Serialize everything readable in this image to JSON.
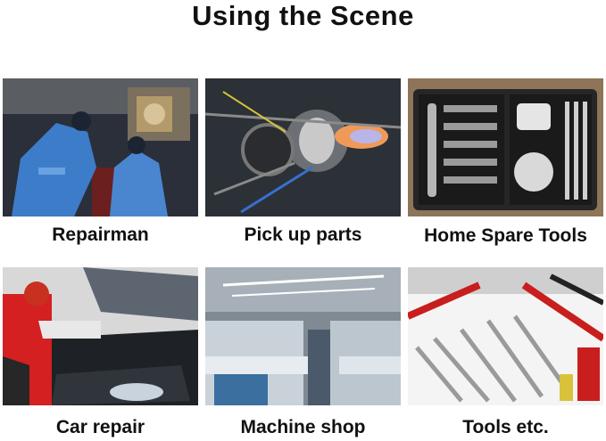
{
  "title": "Using the Scene",
  "scenes": [
    {
      "caption": "Repairman"
    },
    {
      "caption": "Pick up parts"
    },
    {
      "caption": "Home Spare Tools"
    },
    {
      "caption": "Car repair"
    },
    {
      "caption": "Machine shop"
    },
    {
      "caption": "Tools etc."
    }
  ]
}
